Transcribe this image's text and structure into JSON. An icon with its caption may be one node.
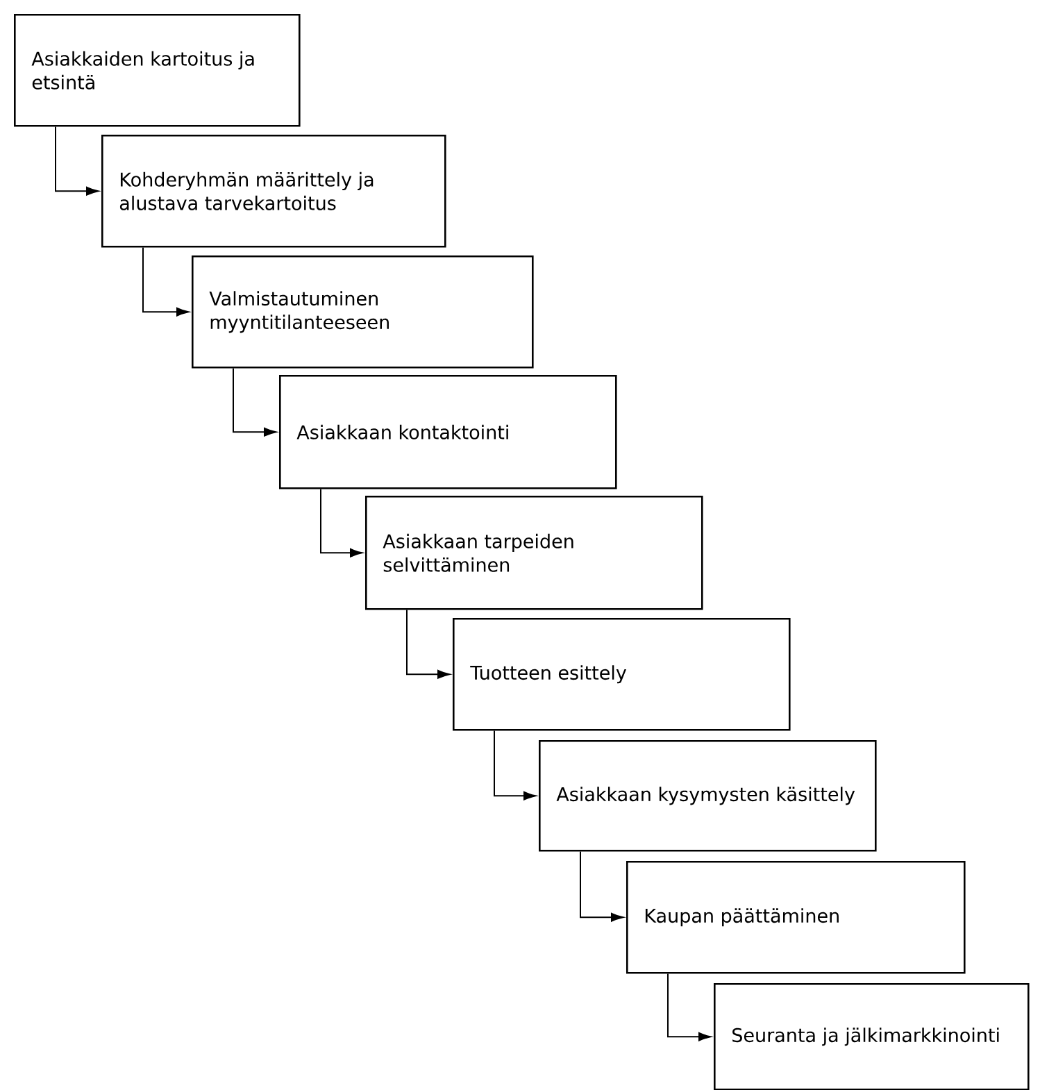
{
  "diagram": {
    "nodes": [
      {
        "text": [
          "Asiakkaiden kartoitus ja etsintä"
        ]
      },
      {
        "text": [
          "Kohderyhmän määrittely ja alustava tarvekartoitus"
        ]
      },
      {
        "text": [
          "Valmistautuminen myyntitilanteeseen"
        ]
      },
      {
        "text": [
          "Asiakkaan kontaktointi"
        ]
      },
      {
        "text": [
          "Asiakkaan tarpeiden selvittäminen"
        ]
      },
      {
        "text": [
          "Tuotteen esittely"
        ]
      },
      {
        "text": [
          "Asiakkaan kysymysten käsittely"
        ]
      },
      {
        "text": [
          "Kaupan päättäminen"
        ]
      },
      {
        "text": [
          "Seuranta ja jälkimarkkinointi"
        ]
      }
    ],
    "edges": [
      {
        "from": 0,
        "to": 1,
        "arrow": "to"
      },
      {
        "from": 1,
        "to": 2,
        "arrow": "to"
      },
      {
        "from": 2,
        "to": 3,
        "arrow": "to"
      },
      {
        "from": 3,
        "to": 4,
        "arrow": "to"
      },
      {
        "from": 4,
        "to": 5,
        "arrow": "to"
      },
      {
        "from": 5,
        "to": 6,
        "arrow": "to"
      },
      {
        "from": 6,
        "to": 7,
        "arrow": "to"
      },
      {
        "from": 7,
        "to": 8,
        "arrow": "to"
      }
    ]
  }
}
